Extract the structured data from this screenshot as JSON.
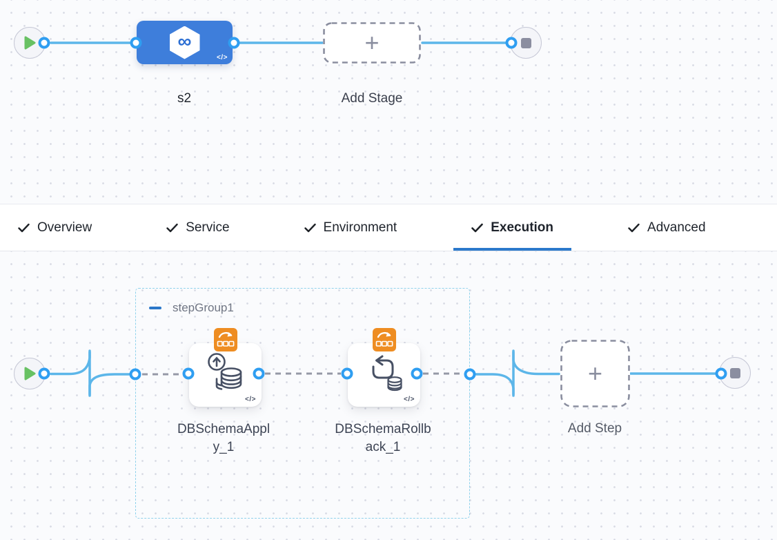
{
  "icons": {
    "plus": "+",
    "code": "</>",
    "infinity": "∞"
  },
  "stage_section": {
    "stage_label": "s2",
    "add_stage_label": "Add Stage"
  },
  "tabs": [
    {
      "label": "Overview",
      "checked": true,
      "active": false
    },
    {
      "label": "Service",
      "checked": true,
      "active": false
    },
    {
      "label": "Environment",
      "checked": true,
      "active": false
    },
    {
      "label": "Execution",
      "checked": true,
      "active": true
    },
    {
      "label": "Advanced",
      "checked": true,
      "active": false
    }
  ],
  "execution_section": {
    "step_group_label": "stepGroup1",
    "steps": [
      {
        "label": "DBSchemaApply_1",
        "type": "db-schema-apply"
      },
      {
        "label": "DBSchemaRollback_1",
        "type": "db-schema-rollback"
      }
    ],
    "add_step_label": "Add Step"
  },
  "colors": {
    "accent_blue": "#2b79cb",
    "wire_blue": "#5cb6e9",
    "port_blue": "#2f9ef1",
    "stage_blue": "#3e7edb",
    "badge_orange": "#ee8d22",
    "play_green": "#68c163",
    "step_group_border": "#8fd2ec"
  }
}
